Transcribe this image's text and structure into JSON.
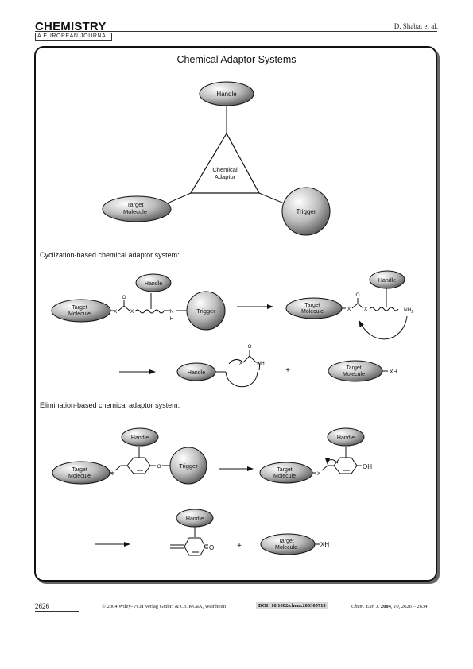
{
  "header": {
    "journal": "CHEMISTRY",
    "journal_sub": "A EUROPEAN JOURNAL",
    "authors": "D. Shabat et al."
  },
  "figure": {
    "title": "Chemical Adaptor Systems",
    "overview": {
      "handle": "Handle",
      "adaptor_line1": "Chemical",
      "adaptor_line2": "Adaptor",
      "target_line1": "Target",
      "target_line2": "Molecule",
      "trigger": "Trigger"
    },
    "cyclization": {
      "label": "Cyclization-based chemical adaptor system:",
      "handle": "Handle",
      "target_line1": "Target",
      "target_line2": "Molecule",
      "trigger": "Trigger",
      "x": "X",
      "o": "O",
      "n": "N",
      "h": "H",
      "nh2": "NH",
      "nh2_sub": "2",
      "nh": "NH",
      "plus": "+",
      "xh": "XH"
    },
    "elimination": {
      "label": "Elimination-based chemical adaptor system:",
      "handle": "Handle",
      "target_line1": "Target",
      "target_line2": "Molecule",
      "trigger": "Trigger",
      "x": "X",
      "o": "O",
      "oh": "OH",
      "plus": "+",
      "xh": "XH"
    }
  },
  "footer": {
    "page_number": "2626",
    "copyright": "© 2004 Wiley-VCH Verlag GmbH & Co. KGaA, Weinheim",
    "doi": "DOI: 10.1002/chem.200305715",
    "citation_journal": "Chem. Eur. J.",
    "citation_year": "2004",
    "citation_volume": "10",
    "citation_pages": ", 2626 – 2634"
  },
  "colors": {
    "ink": "#111111",
    "shape_highlight": "#ffffff",
    "shape_shadow": "#5a5a5a"
  }
}
